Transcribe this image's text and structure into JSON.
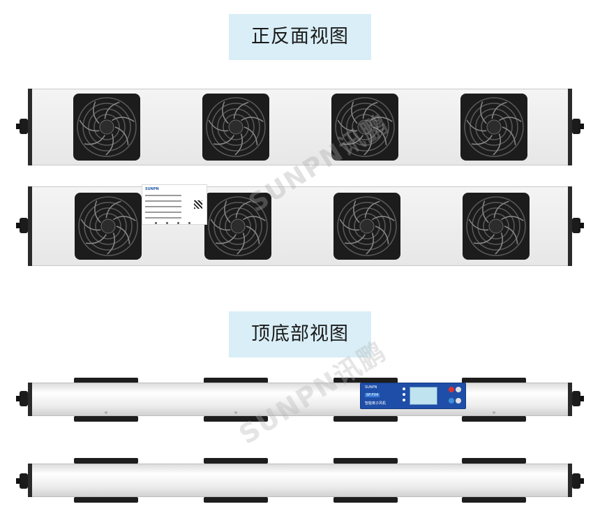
{
  "sections": {
    "front_back": {
      "title": "正反面视图"
    },
    "top_bottom": {
      "title": "顶底部视图"
    }
  },
  "label_plate": {
    "brand": "SUNPN"
  },
  "control_panel": {
    "brand": "SUNPN",
    "model": "SP-F04",
    "description": "智能离子风机"
  },
  "watermark": {
    "text": "SUNPN讯鹏"
  },
  "colors": {
    "title_bg": "#d9eef7",
    "panel_blue": "#1f4ea8",
    "housing": "#ececec",
    "fan": "#1c1c1c"
  }
}
